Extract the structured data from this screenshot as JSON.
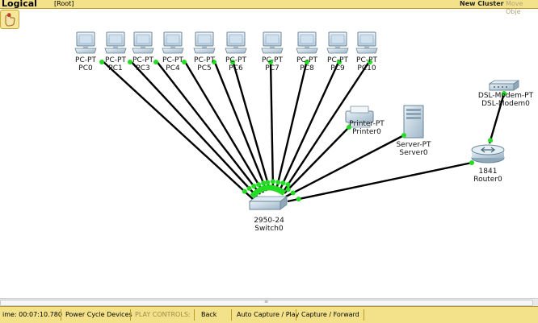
{
  "top_bar": {
    "tab": "Logical",
    "root": "[Root]",
    "new_cluster": "New Cluster",
    "move_object": "Move Obje"
  },
  "devices": {
    "pcs": [
      {
        "type": "PC-PT",
        "name": "PC0"
      },
      {
        "type": "PC-PT",
        "name": "PC1"
      },
      {
        "type": "PC-PT",
        "name": "PC3"
      },
      {
        "type": "PC-PT",
        "name": "PC4"
      },
      {
        "type": "PC-PT",
        "name": "PC5"
      },
      {
        "type": "PC-PT",
        "name": "PC6"
      },
      {
        "type": "PC-PT",
        "name": "PC7"
      },
      {
        "type": "PC-PT",
        "name": "PC8"
      },
      {
        "type": "PC-PT",
        "name": "PC9"
      },
      {
        "type": "PC-PT",
        "name": "PC10"
      }
    ],
    "printer": {
      "type": "Printer-PT",
      "name": "Printer0"
    },
    "server": {
      "type": "Server-PT",
      "name": "Server0"
    },
    "switch": {
      "type": "2950-24",
      "name": "Switch0"
    },
    "router": {
      "type": "1841",
      "name": "Router0"
    },
    "modem": {
      "type": "DSL-Modem-PT",
      "name": "DSL-Modem0"
    }
  },
  "colors": {
    "link": "#000000",
    "link_status_up": "#22dd22",
    "bar": "#f4e28a"
  },
  "bottom_bar": {
    "time": "ime: 00:07:10.780",
    "power_cycle": "Power Cycle Devices",
    "play_controls": "PLAY CONTROLS:",
    "back": "Back",
    "auto_capture": "Auto Capture / Play",
    "capture_forward": "Capture / Forward"
  }
}
